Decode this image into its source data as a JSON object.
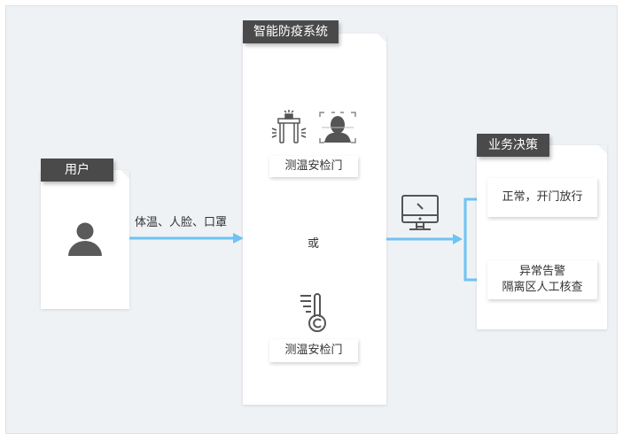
{
  "user": {
    "title": "用户",
    "icon": "person-icon"
  },
  "flow_label": "体温、人脸、口罩",
  "system": {
    "title": "智能防疫系统",
    "option1": {
      "label": "测温安检门",
      "icons": [
        "security-gate-icon",
        "face-scan-icon"
      ]
    },
    "or_text": "或",
    "option2": {
      "label": "测温安检门",
      "icons": [
        "thermometer-icon"
      ]
    }
  },
  "monitor_icon": "monitor-icon",
  "decision": {
    "title": "业务决策",
    "outcomes": [
      {
        "line1": "正常，开门放行"
      },
      {
        "line1": "异常告警",
        "line2": "隔离区人工核查"
      }
    ]
  },
  "colors": {
    "accent": "#6ec3f4",
    "tag_bg": "#4a4a4a",
    "icon": "#555555",
    "background": "#eff2f5"
  }
}
